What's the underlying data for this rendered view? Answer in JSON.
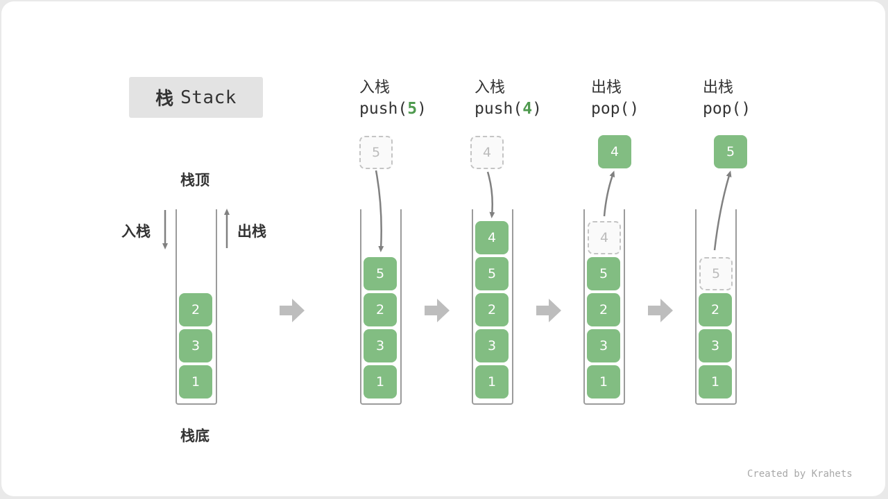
{
  "title": {
    "cn": "栈",
    "en": "Stack"
  },
  "labels": {
    "top": "栈顶",
    "bottom": "栈底",
    "push": "入栈",
    "pop": "出栈"
  },
  "initial": {
    "stack": [
      "2",
      "3",
      "1"
    ]
  },
  "steps": [
    {
      "op_cn": "入栈",
      "code_prefix": "push(",
      "code_arg": "5",
      "code_suffix": ")",
      "moving": "5",
      "stack": [
        "5",
        "2",
        "3",
        "1"
      ]
    },
    {
      "op_cn": "入栈",
      "code_prefix": "push(",
      "code_arg": "4",
      "code_suffix": ")",
      "moving": "4",
      "stack": [
        "4",
        "5",
        "2",
        "3",
        "1"
      ]
    },
    {
      "op_cn": "出栈",
      "code": "pop()",
      "moving": "4",
      "ghost": "4",
      "stack": [
        "5",
        "2",
        "3",
        "1"
      ]
    },
    {
      "op_cn": "出栈",
      "code": "pop()",
      "moving": "5",
      "ghost": "5",
      "stack": [
        "2",
        "3",
        "1"
      ]
    }
  ],
  "footer": "Created by Krahets",
  "colors": {
    "block": "#82bd82",
    "arg": "#4f9a4f",
    "arrow": "#808080",
    "step_arrow": "#bdbdbd",
    "ghost_border": "#c4c4c4"
  }
}
